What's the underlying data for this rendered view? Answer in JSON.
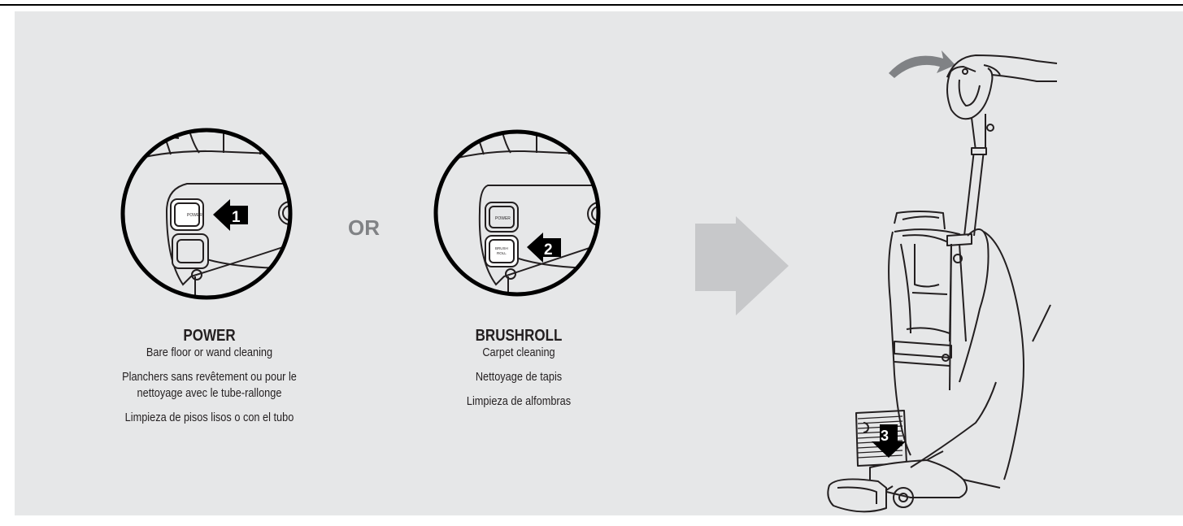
{
  "steps": {
    "power": {
      "number": "1",
      "button_label": "POWER",
      "title": "POWER",
      "line_en": "Bare floor or wand cleaning",
      "line_fr_1": "Planchers sans revêtement ou pour le",
      "line_fr_2": "nettoyage avec le tube-rallonge",
      "line_es": "Limpieza de pisos lisos o con el tubo"
    },
    "or_label": "OR",
    "brushroll": {
      "number": "2",
      "button_label_power": "POWER",
      "button_label_brush_1": "BRUSH",
      "button_label_brush_2": "ROLL",
      "title": "BRUSHROLL",
      "line_en": "Carpet cleaning",
      "line_fr": "Nettoyage de tapis",
      "line_es": "Limpieza de alfombras"
    },
    "vacuum": {
      "number": "3"
    }
  },
  "colors": {
    "panel": "#e6e7e8",
    "arrow_gray": "#c7c8ca",
    "or_text": "#808285",
    "ink": "#231f20"
  },
  "icons": [
    "power-button-icon",
    "brushroll-button-icon",
    "next-step-arrow-icon",
    "rotate-arrow-icon",
    "press-down-arrow-icon"
  ]
}
